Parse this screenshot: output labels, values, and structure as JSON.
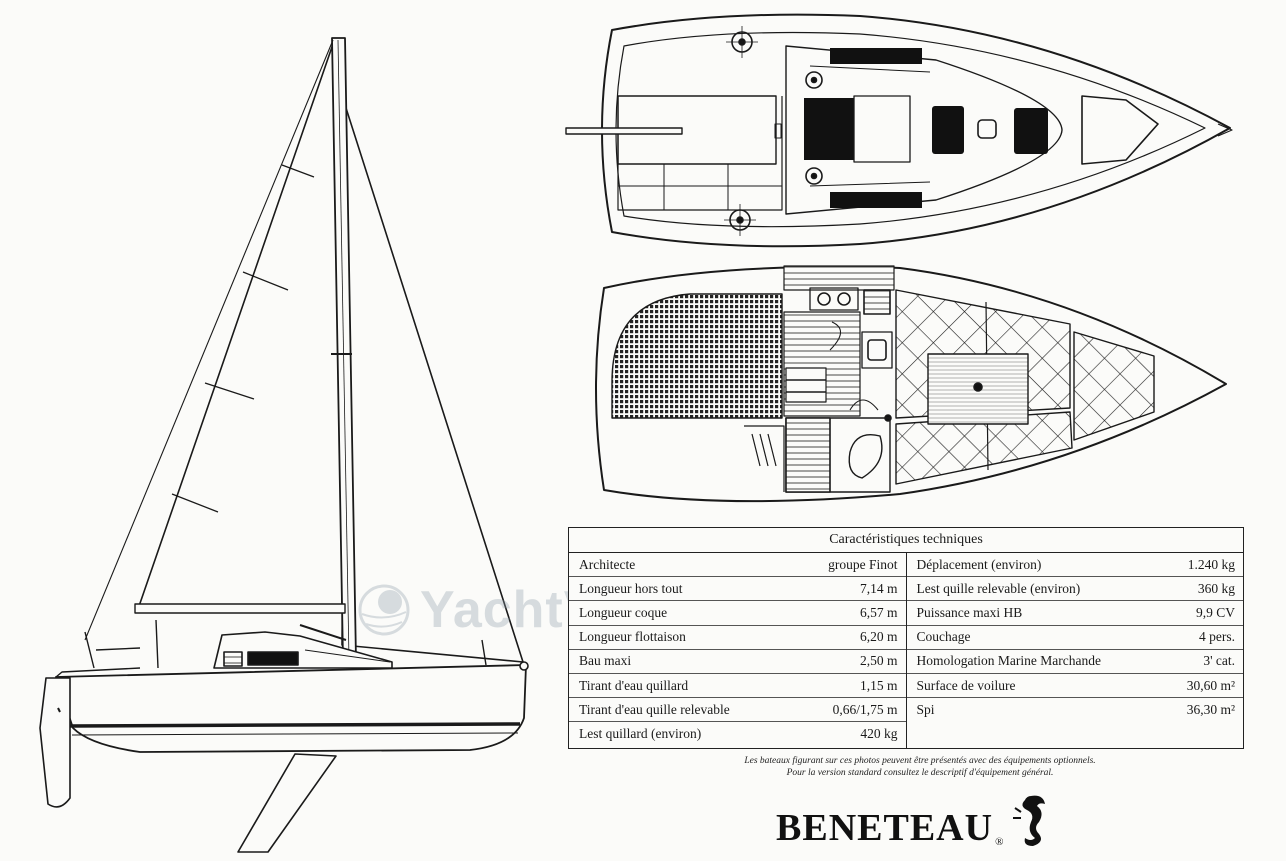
{
  "spec_table": {
    "title": "Caractéristiques techniques",
    "left_rows": [
      {
        "label": "Architecte",
        "value": "groupe Finot"
      },
      {
        "label": "Longueur hors tout",
        "value": "7,14 m"
      },
      {
        "label": "Longueur coque",
        "value": "6,57 m"
      },
      {
        "label": "Longueur flottaison",
        "value": "6,20 m"
      },
      {
        "label": "Bau maxi",
        "value": "2,50 m"
      },
      {
        "label": "Tirant d'eau quillard",
        "value": "1,15 m"
      },
      {
        "label": "Tirant d'eau quille relevable",
        "value": "0,66/1,75 m"
      },
      {
        "label": "Lest quillard (environ)",
        "value": "420 kg"
      }
    ],
    "right_rows": [
      {
        "label": "Déplacement (environ)",
        "value": "1.240 kg"
      },
      {
        "label": "Lest quille relevable (environ)",
        "value": "360 kg"
      },
      {
        "label": "Puissance maxi HB",
        "value": "9,9 CV"
      },
      {
        "label": "Couchage",
        "value": "4 pers."
      },
      {
        "label": "Homologation Marine Marchande",
        "value": "3' cat."
      },
      {
        "label": "Surface de voilure",
        "value": "30,60 m²"
      },
      {
        "label": "Spi",
        "value": "36,30 m²"
      }
    ]
  },
  "disclaimer": {
    "line1": "Les bateaux figurant sur ces photos peuvent être présentés avec des équipements optionnels.",
    "line2": "Pour la version standard consultez le descriptif d'équipement général."
  },
  "brand": {
    "name": "BENETEAU",
    "reg": "®"
  },
  "watermark": {
    "text": "YachtVillage"
  },
  "colors": {
    "ink": "#1a1a1a",
    "paper": "#fbfbf9",
    "watermark": "#8a9aa6"
  }
}
